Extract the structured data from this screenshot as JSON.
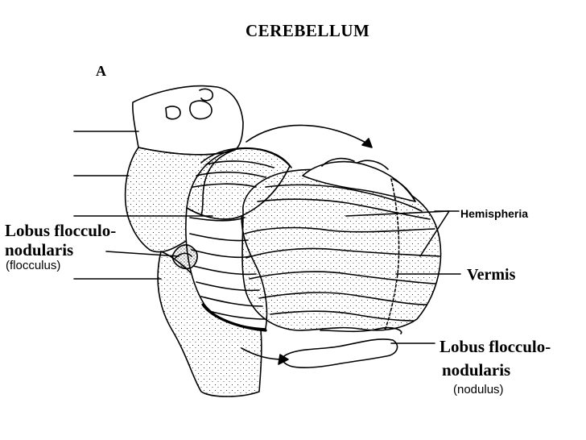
{
  "title": "CEREBELLUM",
  "panel_label": "A",
  "labels": {
    "flocculonodularis_left_line1": "Lobus flocculo-",
    "flocculonodularis_left_line2": "nodularis",
    "flocculus": "(flocculus)",
    "hemispheria": "Hemispheria",
    "vermis": "Vermis",
    "flocculonodularis_right_line1": "Lobus flocculo-",
    "flocculonodularis_right_line2": "nodularis",
    "nodulus": "(nodulus)"
  },
  "colors": {
    "ink": "#000000",
    "background": "#ffffff"
  }
}
